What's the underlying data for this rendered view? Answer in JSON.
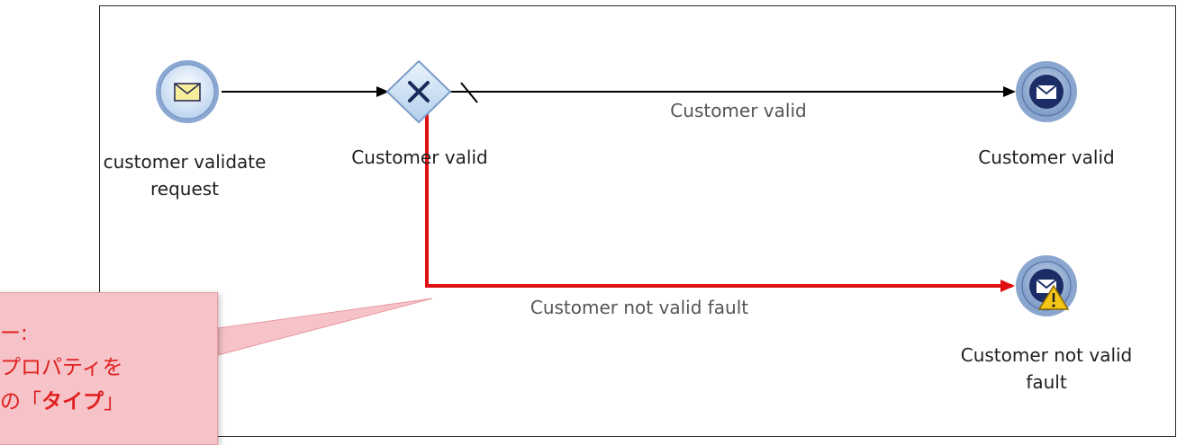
{
  "nodes": {
    "start_event": {
      "label": "customer validate\nrequest",
      "icon": "envelope-icon"
    },
    "gateway": {
      "label": "Customer valid",
      "icon": "exclusive-gateway-x-icon"
    },
    "end_valid": {
      "label": "Customer valid",
      "icon": "message-end-event-icon"
    },
    "end_fault": {
      "label": "Customer not valid\nfault",
      "icon": "error-end-event-icon",
      "badge": "warning-triangle-icon"
    }
  },
  "edges": {
    "valid_flow": {
      "label": "Customer valid"
    },
    "fault_flow": {
      "label": "Customer not valid fault",
      "color": "#e01010"
    }
  },
  "callout": {
    "line1": "ー:",
    "line2": "プロパティを",
    "line3_pre": "の「",
    "line3_bold": "タイプ",
    "line3_post": "」"
  },
  "colors": {
    "callout_bg": "#f6c3c8",
    "callout_text": "#e02020",
    "gateway_fill": "#c6dcf3",
    "event_fill": "#7f9dc9"
  }
}
